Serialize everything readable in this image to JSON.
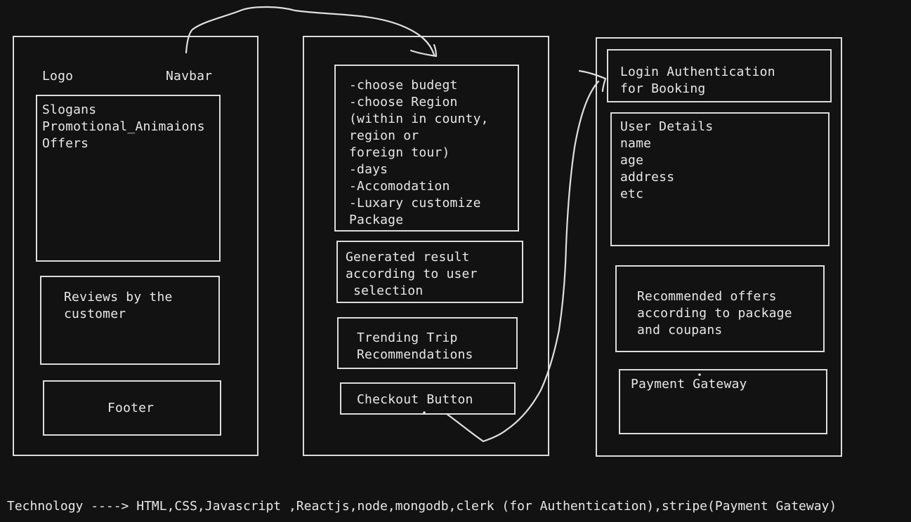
{
  "panel1": {
    "logo": "Logo",
    "navbar": "Navbar",
    "hero_lines": [
      "Slogans",
      "Promotional_Animaions",
      "Offers"
    ],
    "reviews_lines": [
      "Reviews by the",
      "customer"
    ],
    "footer": "Footer"
  },
  "panel2": {
    "options_lines": [
      "-choose budegt",
      "-choose Region",
      "(within in county,",
      "region or",
      "foreign tour)",
      "-days",
      "-Accomodation",
      "-Luxary customize",
      "Package"
    ],
    "result_lines": [
      "Generated result",
      "according to user",
      " selection"
    ],
    "trending_lines": [
      "Trending Trip",
      "Recommendations"
    ],
    "checkout": "Checkout Button"
  },
  "panel3": {
    "login_lines": [
      "Login Authentication",
      "for Booking"
    ],
    "user_lines": [
      "User Details",
      "name",
      "age",
      "address",
      "etc"
    ],
    "offers_lines": [
      "Recommended offers",
      "according to package",
      "and coupans"
    ],
    "payment": "Payment Gateway"
  },
  "technology_note": "Technology ----> HTML,CSS,Javascript ,Reactjs,node,mongodb,clerk (for Authentication),stripe(Payment Gateway)"
}
